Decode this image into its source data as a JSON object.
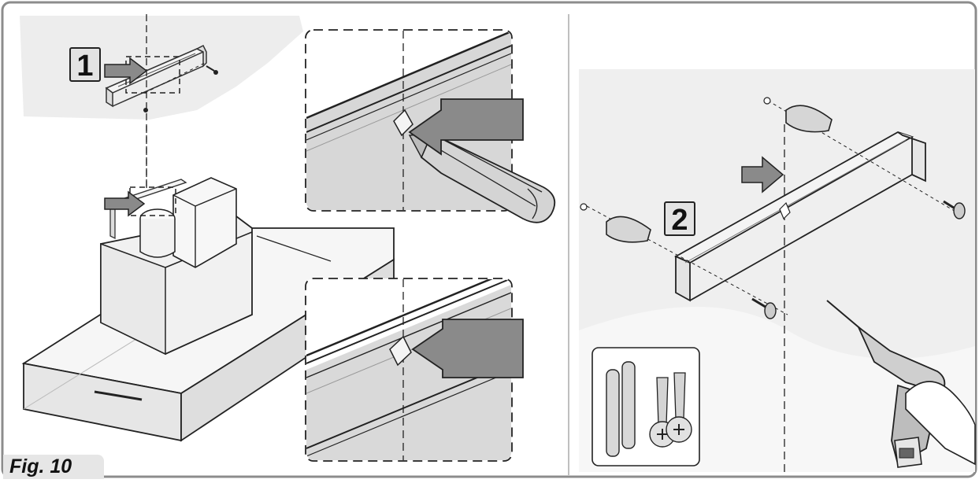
{
  "figure": {
    "caption": "Fig. 10",
    "steps": [
      {
        "number": "1"
      },
      {
        "number": "2"
      }
    ]
  },
  "colors": {
    "frame": "#8c8c8c",
    "arrow_fill": "#8a8a8a",
    "panel_fill": "#efefef",
    "surface_fill": "#d9d9d9",
    "badge_fill": "#e3e3e3"
  },
  "icons": [
    "hood-chimney-icon",
    "bracket-icon",
    "screwdriver-icon",
    "wall-plug-icon",
    "screw-icon",
    "drill-icon",
    "arrow-right-icon"
  ]
}
